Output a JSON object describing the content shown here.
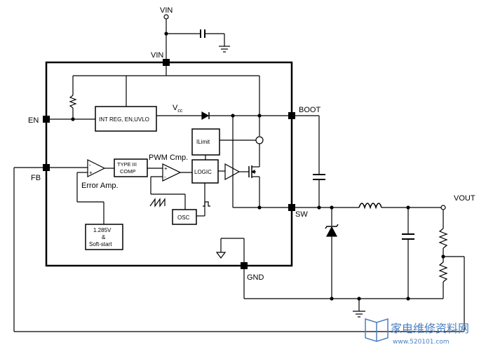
{
  "pins": {
    "vin_top": "VIN",
    "vin_ic": "VIN",
    "en": "EN",
    "fb": "FB",
    "boot": "BOOT",
    "sw": "SW",
    "gnd": "GND",
    "vout": "VOUT"
  },
  "blocks": {
    "int_reg": "INT REG, EN,UVLO",
    "type3_line1": "TYPE III",
    "type3_line2": "COMP",
    "logic": "LOGIC",
    "ilimit": "ILimit",
    "osc": "OSC",
    "ref_line1": "1.285V",
    "ref_line2": "&",
    "ref_line3": "Soft-start"
  },
  "labels": {
    "vcc": "V",
    "vcc_sub": "cc",
    "pwm_cmp": "PWM Cmp.",
    "error_amp": "Error Amp.",
    "plus": "+",
    "minus": "-"
  },
  "watermark": {
    "cn": "家电维修资料网",
    "url": "www.520101.com"
  },
  "colors": {
    "line": "#000000",
    "watermark": "#4a7fc0"
  }
}
